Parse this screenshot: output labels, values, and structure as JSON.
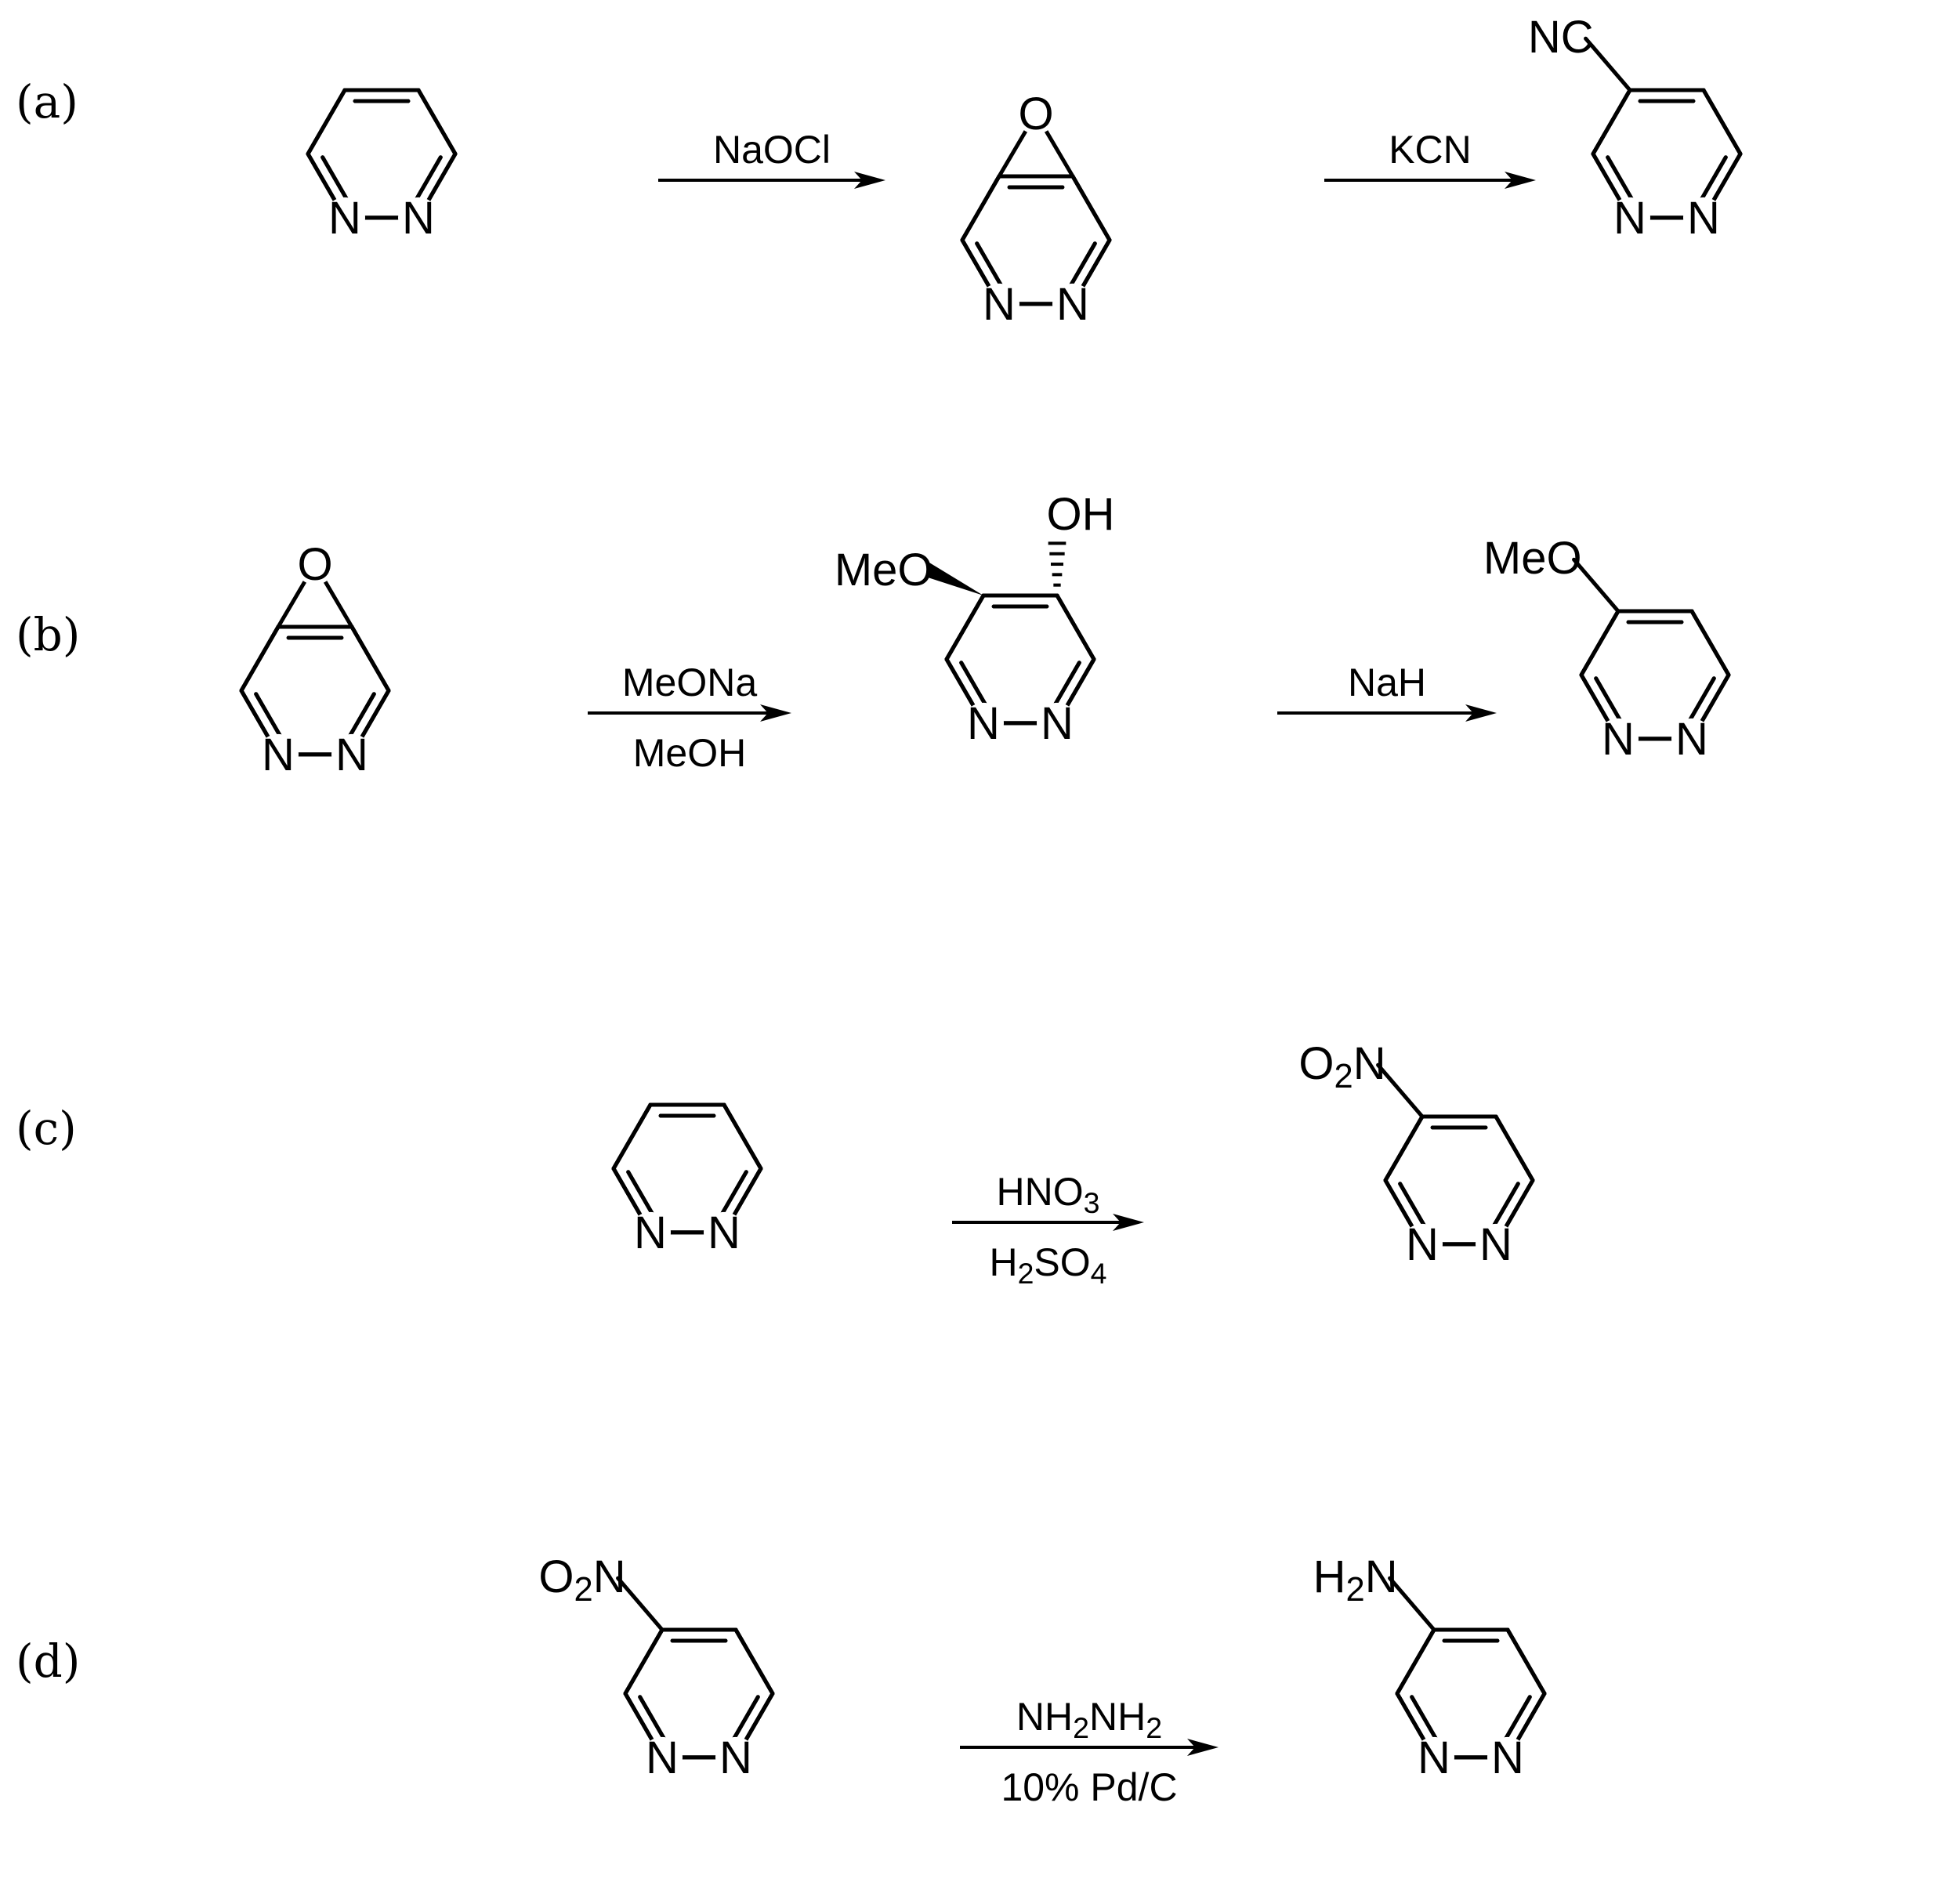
{
  "scheme": {
    "rows": [
      {
        "label": "(a)",
        "molecules": [
          {
            "type": "phen"
          },
          {
            "type": "epoxide"
          },
          {
            "type": "subst",
            "group": {
              "main": "NC"
            }
          }
        ],
        "arrows": [
          {
            "top": "NaOCl"
          },
          {
            "top": "KCN"
          }
        ]
      },
      {
        "label": "(b)",
        "molecules": [
          {
            "type": "epoxide"
          },
          {
            "type": "diol",
            "group1": "MeO",
            "group2": "OH"
          },
          {
            "type": "subst",
            "group": {
              "main": "MeO"
            }
          }
        ],
        "arrows": [
          {
            "top": "MeONa",
            "bottom": "MeOH"
          }
        ],
        "arrows_2": [
          {
            "top": "NaH"
          }
        ]
      },
      {
        "label": "(c)",
        "molecules": [
          {
            "type": "phen"
          },
          {
            "type": "subst",
            "group": {
              "main": "O",
              "sub": "2",
              "tail": "N"
            }
          }
        ],
        "arrows": [
          {
            "top": {
              "main": "HNO",
              "sub": "3"
            },
            "bottom": {
              "main": "H",
              "sub": "2",
              "tail": "SO",
              "sub2": "4"
            }
          }
        ]
      },
      {
        "label": "(d)",
        "molecules": [
          {
            "type": "subst",
            "group": {
              "main": "O",
              "sub": "2",
              "tail": "N"
            }
          },
          {
            "type": "subst",
            "group": {
              "main": "H",
              "sub": "2",
              "tail": "N"
            }
          }
        ],
        "arrows": [
          {
            "top": {
              "main": "NH",
              "sub": "2",
              "tail": "NH",
              "sub2": "2"
            },
            "bottom": "10% Pd/C"
          }
        ]
      }
    ],
    "atom_label_N": "N",
    "atom_label_O": "O"
  }
}
